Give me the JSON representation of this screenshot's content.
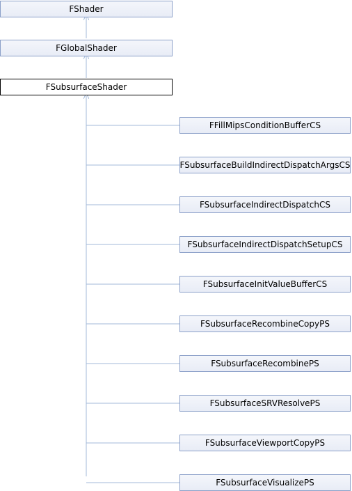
{
  "colors": {
    "edge": "#a3bad9",
    "node_border": "#8a9fc8",
    "node_fill": "#e8ecf6",
    "current_border": "#000000"
  },
  "ancestors": {
    "fshader": "FShader",
    "fglobalshader": "FGlobalShader"
  },
  "current": "FSubsurfaceShader",
  "children": [
    "FFillMipsConditionBufferCS",
    "FSubsurfaceBuildIndirectDispatchArgsCS",
    "FSubsurfaceIndirectDispatchCS",
    "FSubsurfaceIndirectDispatchSetupCS",
    "FSubsurfaceInitValueBufferCS",
    "FSubsurfaceRecombineCopyPS",
    "FSubsurfaceRecombinePS",
    "FSubsurfaceSRVResolvePS",
    "FSubsurfaceViewportCopyPS",
    "FSubsurfaceVisualizePS"
  ]
}
